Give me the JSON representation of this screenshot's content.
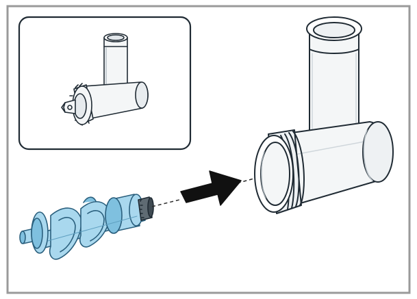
{
  "figure": {
    "inset": {
      "depicts": "assembled-grinder-housing-with-cutter-and-screw"
    },
    "main": {
      "depicts": "insert-feed-screw-into-grinder-housing",
      "arrow_direction": "right"
    }
  },
  "colors": {
    "frame_border": "#9a9a9a",
    "background": "#ffffff",
    "line": "#1f2a33",
    "part_fill": "#f4f6f7",
    "part_shade": "#e1e6ea",
    "screw_fill": "#a9d8ee",
    "screw_shade": "#7fc0df",
    "screw_line": "#2a5f7d",
    "arrow_fill": "#111111",
    "dash_line": "#2b2b2b"
  }
}
